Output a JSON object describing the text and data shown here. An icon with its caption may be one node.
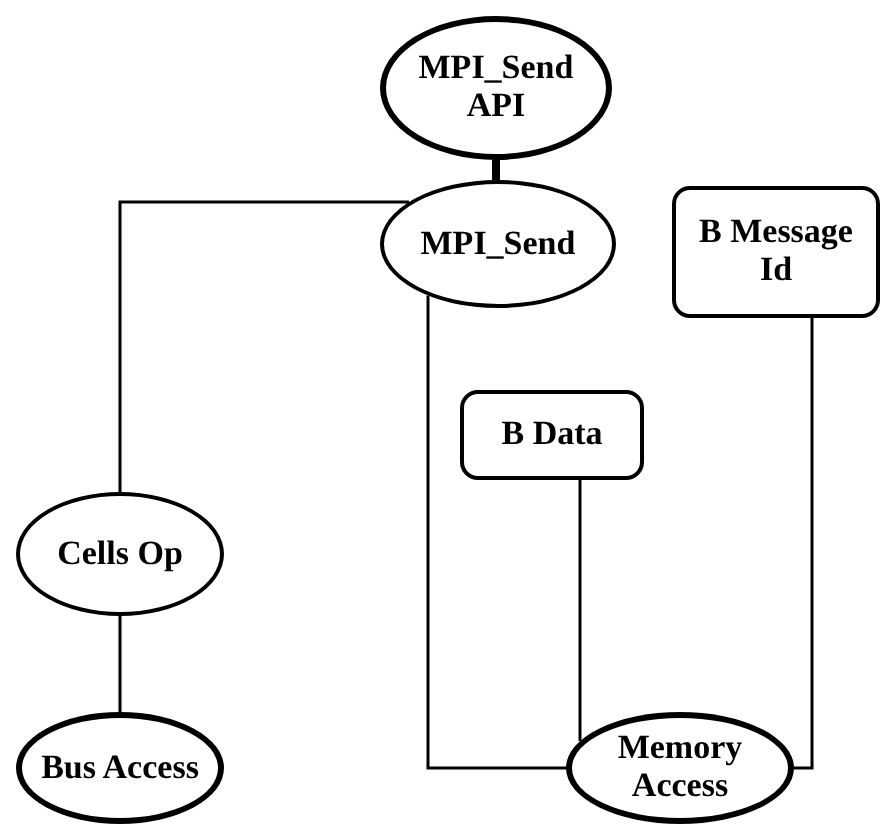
{
  "diagram": {
    "nodes": [
      {
        "text": [
          "MPI_Send API"
        ]
      },
      {
        "text": [
          "MPI_Send"
        ]
      },
      {
        "text": [
          "B Message Id"
        ]
      },
      {
        "text": [
          "Cells Op"
        ]
      },
      {
        "text": [
          "B Data"
        ]
      },
      {
        "text": [
          "Bus Access"
        ]
      },
      {
        "text": [
          "Memory Access"
        ]
      }
    ],
    "edges": [
      {
        "from": 0,
        "to": 1,
        "arrow": "none",
        "style": "thick"
      },
      {
        "from": 1,
        "to": 3,
        "arrow": "none"
      },
      {
        "from": 3,
        "to": 5,
        "arrow": "none"
      },
      {
        "from": 1,
        "to": 6,
        "arrow": "none"
      },
      {
        "from": 4,
        "to": 6,
        "arrow": "none"
      },
      {
        "from": 2,
        "to": 6,
        "arrow": "none"
      }
    ]
  }
}
